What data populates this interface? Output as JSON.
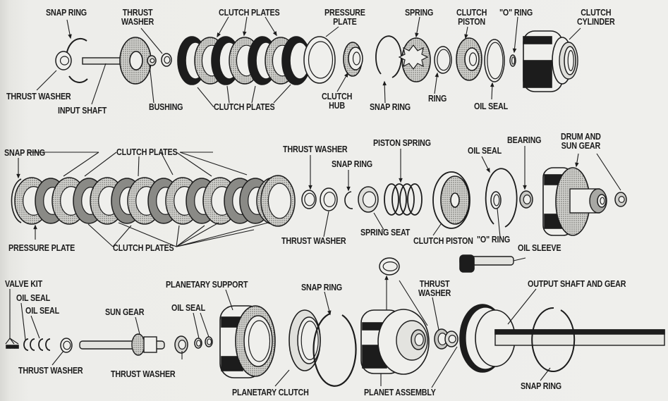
{
  "diagram": {
    "title": "Automatic transmission exploded view",
    "colors": {
      "ink": "#1c1c1c",
      "paper": "#efefec",
      "stipple": "#b9b9b5"
    },
    "rows": [
      {
        "name": "front-clutch-row",
        "labels": [
          {
            "id": "snap-ring-1",
            "text": "SNAP RING"
          },
          {
            "id": "thrust-washer-1",
            "text": "THRUST\nWASHER"
          },
          {
            "id": "clutch-plates-1",
            "text": "CLUTCH PLATES"
          },
          {
            "id": "pressure-plate-1",
            "text": "PRESSURE\nPLATE"
          },
          {
            "id": "spring-1",
            "text": "SPRING"
          },
          {
            "id": "clutch-piston-1",
            "text": "CLUTCH\nPISTON"
          },
          {
            "id": "o-ring-1",
            "text": "\"O\" RING"
          },
          {
            "id": "clutch-cylinder",
            "text": "CLUTCH\nCYLINDER"
          },
          {
            "id": "thrust-washer-2",
            "text": "THRUST WASHER"
          },
          {
            "id": "input-shaft",
            "text": "INPUT SHAFT"
          },
          {
            "id": "bushing",
            "text": "BUSHING"
          },
          {
            "id": "clutch-plates-2",
            "text": "CLUTCH PLATES"
          },
          {
            "id": "clutch-hub",
            "text": "CLUTCH\nHUB"
          },
          {
            "id": "snap-ring-2",
            "text": "SNAP RING"
          },
          {
            "id": "ring",
            "text": "RING"
          },
          {
            "id": "oil-seal-1",
            "text": "OIL SEAL"
          }
        ]
      },
      {
        "name": "rear-clutch-row",
        "labels": [
          {
            "id": "snap-ring-3",
            "text": "SNAP RING"
          },
          {
            "id": "clutch-plates-3",
            "text": "CLUTCH PLATES"
          },
          {
            "id": "thrust-washer-3",
            "text": "THRUST WASHER"
          },
          {
            "id": "snap-ring-4",
            "text": "SNAP RING"
          },
          {
            "id": "piston-spring",
            "text": "PISTON SPRING"
          },
          {
            "id": "oil-seal-2",
            "text": "OIL SEAL"
          },
          {
            "id": "bearing",
            "text": "BEARING"
          },
          {
            "id": "drum-sun-gear",
            "text": "DRUM AND\nSUN GEAR"
          },
          {
            "id": "pressure-plate-2",
            "text": "PRESSURE PLATE"
          },
          {
            "id": "clutch-plates-4",
            "text": "CLUTCH PLATES"
          },
          {
            "id": "thrust-washer-4",
            "text": "THRUST WASHER"
          },
          {
            "id": "spring-seat",
            "text": "SPRING SEAT"
          },
          {
            "id": "clutch-piston-2",
            "text": "CLUTCH PISTON"
          },
          {
            "id": "o-ring-2",
            "text": "\"O\" RING"
          },
          {
            "id": "oil-sleeve",
            "text": "OIL SLEEVE"
          }
        ]
      },
      {
        "name": "planetary-row",
        "labels": [
          {
            "id": "valve-kit",
            "text": "VALVE KIT"
          },
          {
            "id": "oil-seal-3",
            "text": "OIL SEAL"
          },
          {
            "id": "oil-seal-4",
            "text": "OIL SEAL"
          },
          {
            "id": "planetary-support",
            "text": "PLANETARY SUPPORT"
          },
          {
            "id": "sun-gear",
            "text": "SUN GEAR"
          },
          {
            "id": "oil-seal-5",
            "text": "OIL SEAL"
          },
          {
            "id": "snap-ring-5",
            "text": "SNAP RING"
          },
          {
            "id": "thrust-washer-5",
            "text": "THRUST\nWASHER"
          },
          {
            "id": "output-shaft-gear",
            "text": "OUTPUT SHAFT AND GEAR"
          },
          {
            "id": "thrust-washer-6",
            "text": "THRUST WASHER"
          },
          {
            "id": "thrust-washer-7",
            "text": "THRUST WASHER"
          },
          {
            "id": "planetary-clutch",
            "text": "PLANETARY CLUTCH"
          },
          {
            "id": "planet-assembly",
            "text": "PLANET ASSEMBLY"
          },
          {
            "id": "snap-ring-6",
            "text": "SNAP RING"
          }
        ]
      }
    ]
  }
}
